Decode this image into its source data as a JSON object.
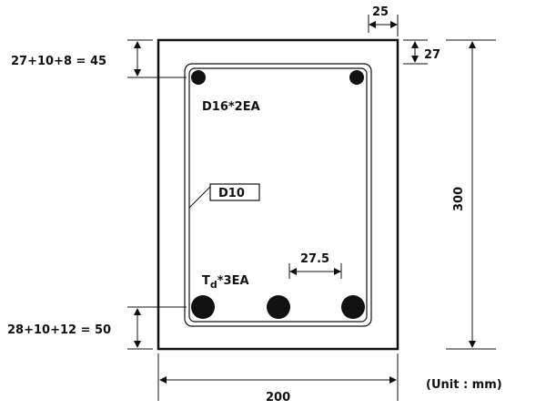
{
  "labels": {
    "top_bar": "D16*2EA",
    "stirrup": "D10",
    "bottom_bar_base": "T",
    "bottom_bar_sub": "d",
    "bottom_bar_rest": "*3EA",
    "spacing": "27.5"
  },
  "dimensions": {
    "top_cover_note": "27+10+8 = 45",
    "bottom_cover_note": "28+10+12 = 50",
    "side_cover": "25",
    "top_cover": "27",
    "height": "300",
    "width": "200"
  },
  "unit_note": "(Unit : mm)"
}
